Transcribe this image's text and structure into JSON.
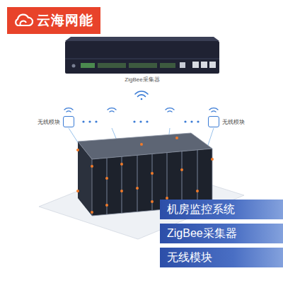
{
  "diagram": {
    "nodes": [
      {
        "text": [
          "云海网能"
        ]
      },
      {
        "text": [
          "ZigBee采集器"
        ]
      },
      {
        "text": [
          "无线模块"
        ]
      },
      {
        "text": [
          "无线模块"
        ]
      },
      {
        "text": [
          "机房监控系统"
        ]
      },
      {
        "text": [
          "ZigBee采集器"
        ]
      },
      {
        "text": [
          "无线模块"
        ]
      }
    ]
  }
}
